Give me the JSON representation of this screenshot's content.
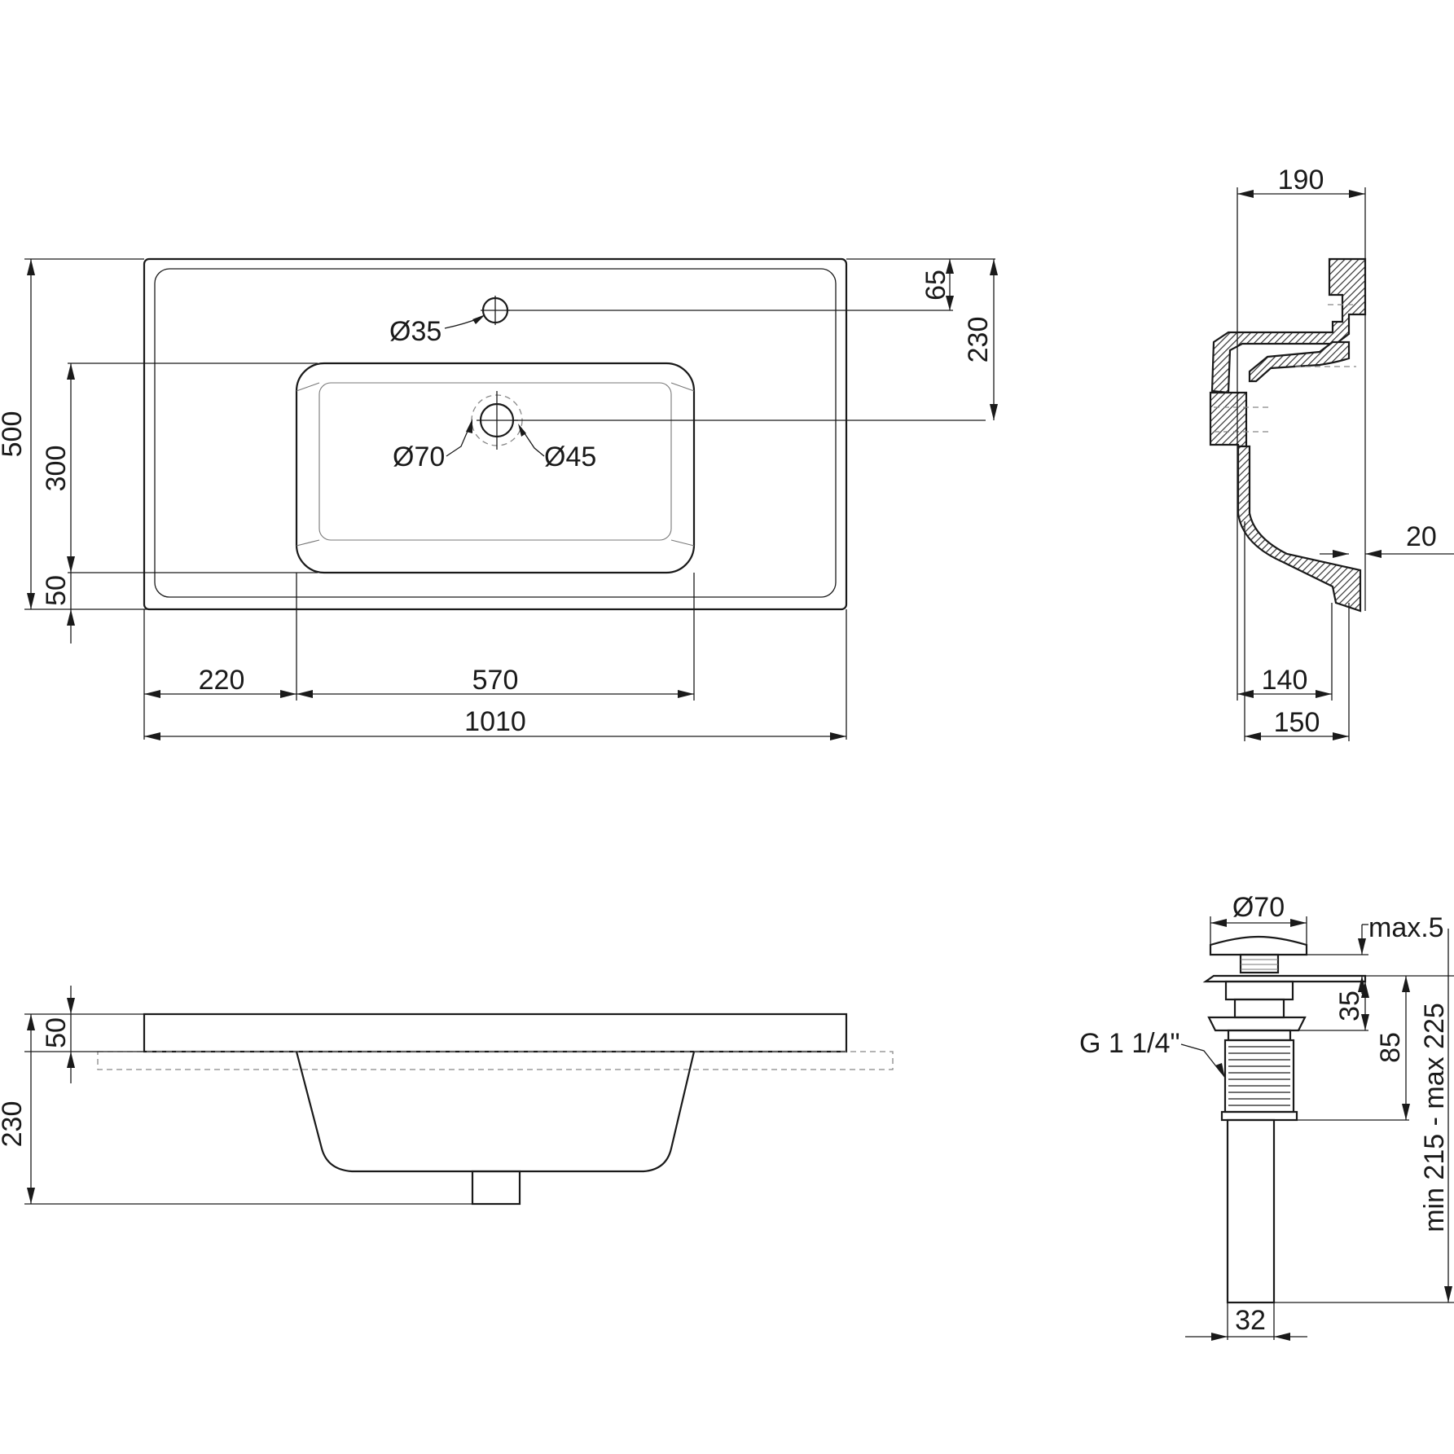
{
  "top_view": {
    "width": "1010",
    "height": "500",
    "bowl_depth": "300",
    "front_rim": "50",
    "left_offset": "220",
    "bowl_width": "570",
    "tap_offset": "65",
    "drain_offset": "230",
    "tap_hole": "Ø35",
    "drain_outer": "Ø70",
    "drain_inner": "Ø45"
  },
  "side_section": {
    "top_width": "190",
    "wall": "20",
    "bottom_inner": "140",
    "bottom_outer": "150"
  },
  "front_view": {
    "rim": "50",
    "depth": "230"
  },
  "drain_valve": {
    "cap_diameter": "Ø70",
    "cap_lift": "max.5",
    "flange_height": "35",
    "thread_height": "85",
    "total_length": "min 215 - max 225",
    "thread": "G 1 1/4\"",
    "pipe_diameter": "32"
  }
}
